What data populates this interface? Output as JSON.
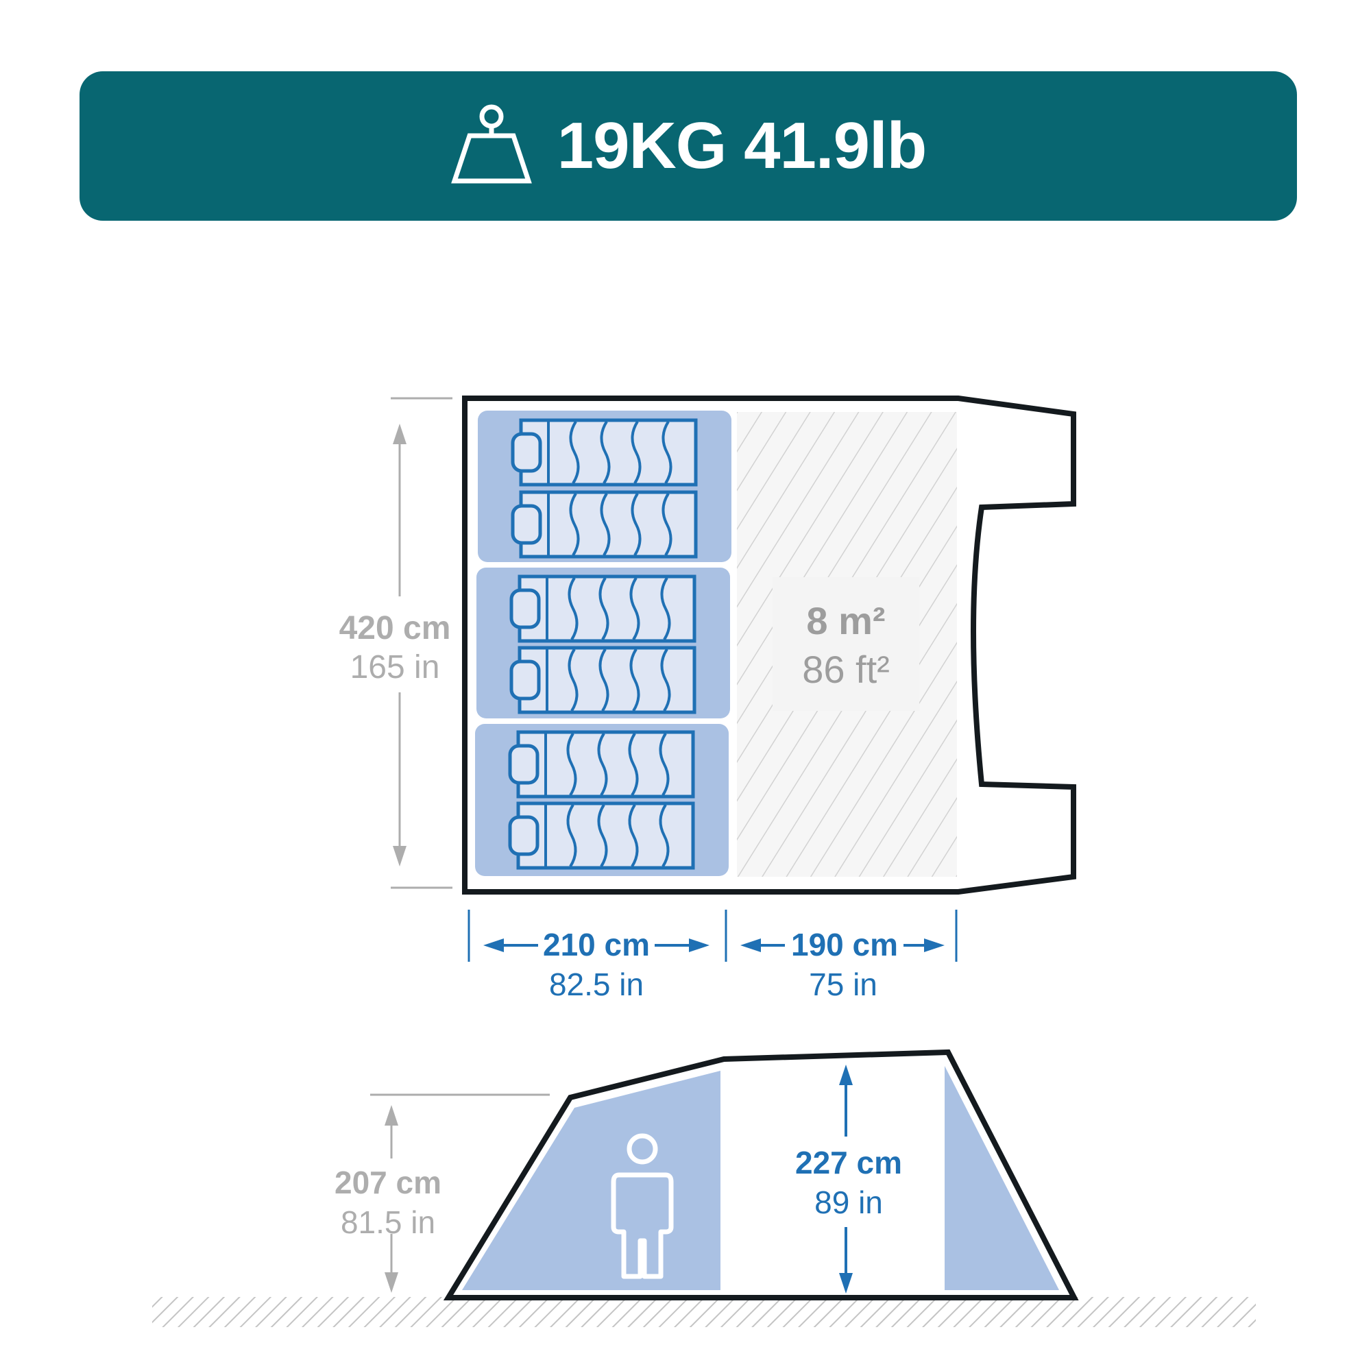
{
  "weight": {
    "text": "19KG 41.9lb",
    "icon": "weight-icon"
  },
  "floor_plan": {
    "depth": {
      "cm": "420 cm",
      "in": "165 in"
    },
    "bedroom_width": {
      "cm": "210 cm",
      "in": "82.5 in"
    },
    "living_width": {
      "cm": "190 cm",
      "in": "75 in"
    },
    "living_area": {
      "m2": "8 m²",
      "ft2": "86 ft²"
    },
    "bedrooms": 3,
    "beds_per_room": 2
  },
  "side_view": {
    "bedroom_height": {
      "cm": "207 cm",
      "in": "81.5 in"
    },
    "living_height": {
      "cm": "227 cm",
      "in": "89 in"
    }
  },
  "colors": {
    "banner": "#086671",
    "outline": "#141a1e",
    "room_fill": "#aac1e3",
    "bed_fill": "#dfe6f4",
    "bed_stroke": "#1f70b4",
    "dimension_blue": "#1f70b4",
    "dimension_grey": "#adadad"
  }
}
